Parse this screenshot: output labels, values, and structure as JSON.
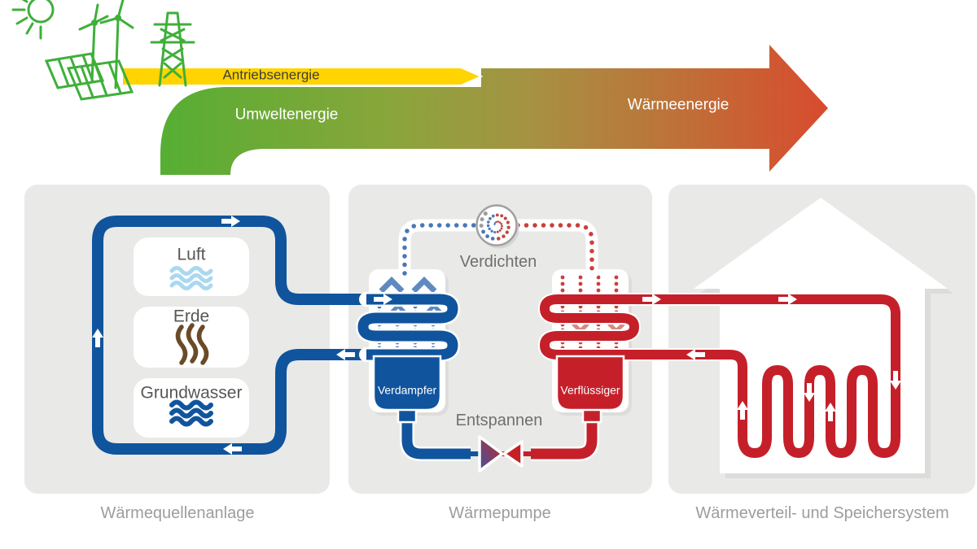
{
  "energy_flow": {
    "drive_label": "Antriebsenergie",
    "environment_label": "Umweltenergie",
    "heat_label": "Wärmeenergie"
  },
  "source_panel": {
    "caption": "Wärmequellenanlage",
    "sources": [
      {
        "label": "Luft",
        "icon": "air-waves-icon"
      },
      {
        "label": "Erde",
        "icon": "ground-heat-icon"
      },
      {
        "label": "Grundwasser",
        "icon": "groundwater-waves-icon"
      }
    ]
  },
  "pump_panel": {
    "caption": "Wärmepumpe",
    "compressor_label": "Verdichten",
    "expansion_label": "Entspannen",
    "evaporator_label": "Verdampfer",
    "condenser_label": "Verflüssiger"
  },
  "distribution_panel": {
    "caption": "Wärmeverteil- und Speichersystem"
  },
  "colors": {
    "eco_green": "#3faf3b",
    "drive_yellow": "#ffd401",
    "heat_red": "#d84b2e",
    "cold_blue": "#10549d",
    "warm_red": "#c5202a",
    "medium_blue": "#6189c1",
    "dot_blue": "#4878b7",
    "dot_red": "#c9403c",
    "light_red": "#d8897f",
    "air_blue": "#aad8ef",
    "earth_brown": "#6b4a28",
    "panel_gray": "#e9e9e8",
    "caption_gray": "#9d9d9c"
  }
}
